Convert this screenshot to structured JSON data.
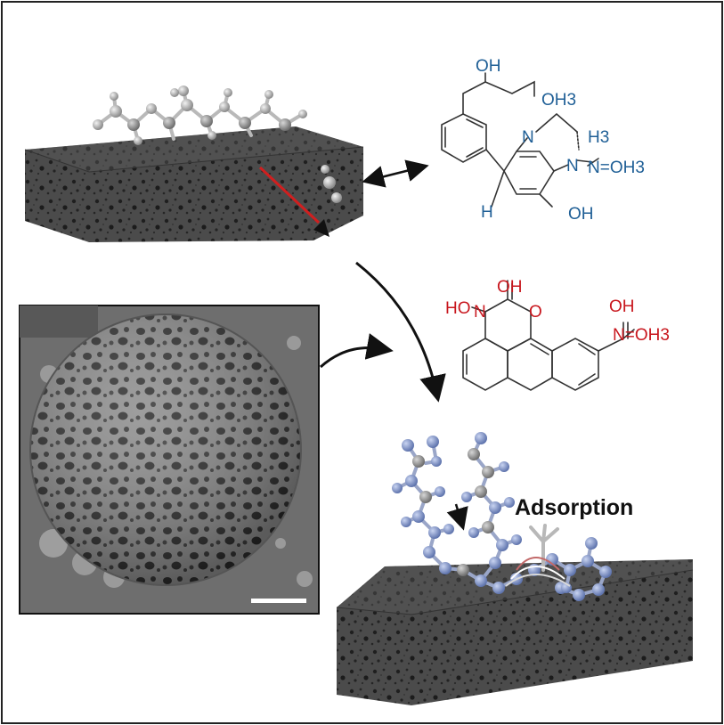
{
  "colors": {
    "frame": "#222222",
    "top_molecule": "#1f5f96",
    "bottom_molecule": "#c8161d",
    "red_arrow": "#d01f1f",
    "adsorbate_atoms": "#7f93c9",
    "foam": "#4a4a4a"
  },
  "icons": [
    "porous-block-icon",
    "sem-sphere-icon",
    "molecule-ball-stick-icon",
    "arrow-icon",
    "scale-bar-icon"
  ],
  "molecule_top": {
    "labels": {
      "oh_top": "OH",
      "oh3_ring": "OH3",
      "n_left": "N",
      "h3": "H3",
      "n_right": "N",
      "noh3": "N=OH3",
      "h_left": "H",
      "oh_bottom": "OH"
    }
  },
  "molecule_bottom": {
    "labels": {
      "oh_top": "OH",
      "ho": "HO",
      "n": "N",
      "o_ring": "O",
      "oh_right": "OH",
      "noh3": "N=OH3"
    }
  },
  "adsorption_label": "Adsorption"
}
